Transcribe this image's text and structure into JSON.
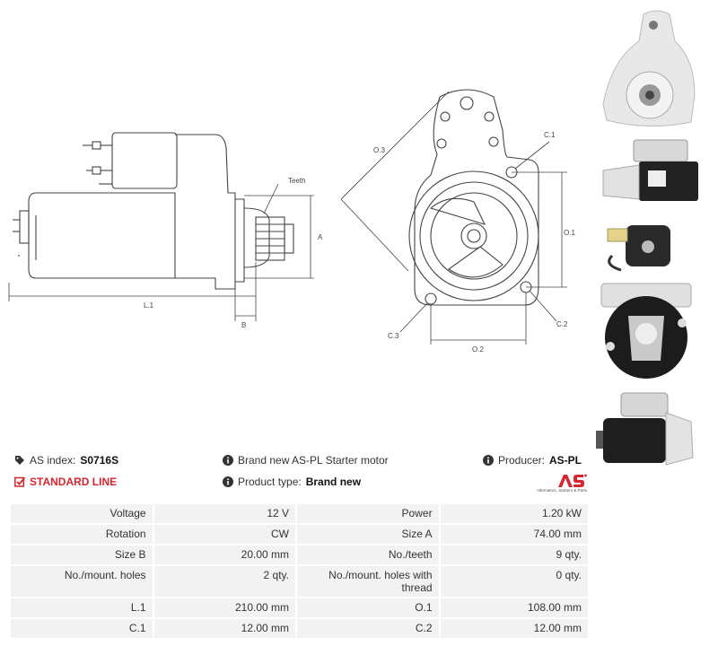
{
  "drawing": {
    "labels": {
      "teeth": "Teeth",
      "a": "A",
      "b": "B",
      "l1": "L.1",
      "o3": "O.3",
      "c1": "C.1",
      "o1": "O.1",
      "c2": "C.2",
      "c3": "C.3",
      "o2": "O.2"
    }
  },
  "info": {
    "as_index_label": "AS index:",
    "as_index_value": "S0716S",
    "standard_line": "STANDARD LINE",
    "description": "Brand new AS-PL Starter motor",
    "product_type_label": "Product type:",
    "product_type_value": "Brand new",
    "producer_label": "Producer:",
    "producer_value": "AS-PL"
  },
  "logo": {
    "mark": "AS",
    "tagline": "Alternators, Starters & Parts"
  },
  "colors": {
    "accent": "#d7262f",
    "cell_bg": "#f2f2f2",
    "line": "#444444"
  },
  "icons": {
    "as_index": "tag-icon",
    "standard_line": "check-square-icon",
    "description": "info-icon",
    "product_type": "info-icon",
    "producer": "info-icon"
  },
  "specs": [
    {
      "l_label": "Voltage",
      "l_value": "12 V",
      "r_label": "Power",
      "r_value": "1.20 kW"
    },
    {
      "l_label": "Rotation",
      "l_value": "CW",
      "r_label": "Size A",
      "r_value": "74.00 mm"
    },
    {
      "l_label": "Size B",
      "l_value": "20.00 mm",
      "r_label": "No./teeth",
      "r_value": "9 qty."
    },
    {
      "l_label": "No./mount. holes",
      "l_value": "2 qty.",
      "r_label": "No./mount. holes with thread",
      "r_value": "0 qty."
    },
    {
      "l_label": "L.1",
      "l_value": "210.00 mm",
      "r_label": "O.1",
      "r_value": "108.00 mm"
    },
    {
      "l_label": "C.1",
      "l_value": "12.00 mm",
      "r_label": "C.2",
      "r_value": "12.00 mm"
    }
  ]
}
